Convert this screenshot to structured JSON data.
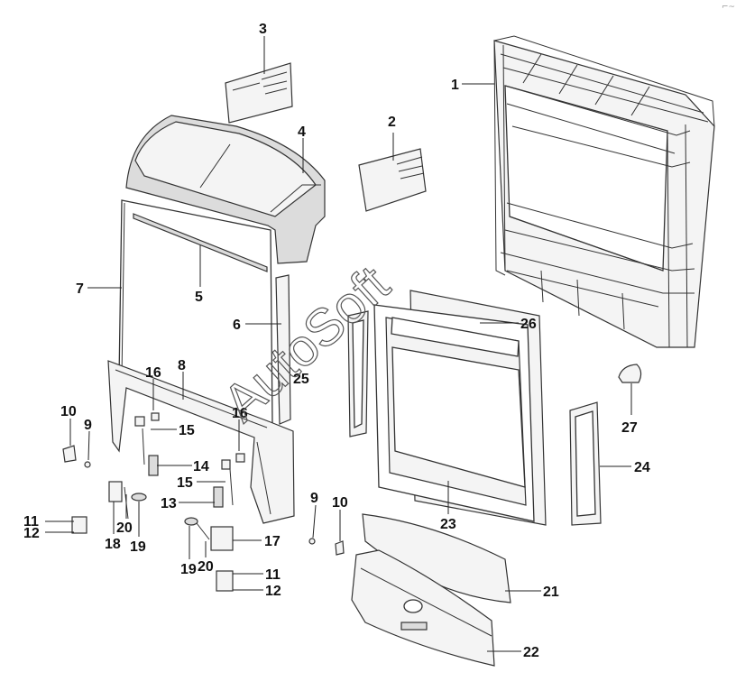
{
  "watermark": "AutoSoft",
  "corner_mark": "⌐~",
  "callouts": {
    "c1": "1",
    "c2": "2",
    "c3": "3",
    "c4": "4",
    "c5": "5",
    "c6": "6",
    "c7": "7",
    "c8": "8",
    "c9a": "9",
    "c9b": "9",
    "c10a": "10",
    "c10b": "10",
    "c11a": "11",
    "c11b": "11",
    "c12a": "12",
    "c12b": "12",
    "c13": "13",
    "c14": "14",
    "c15a": "15",
    "c15b": "15",
    "c16a": "16",
    "c16b": "16",
    "c17": "17",
    "c18": "18",
    "c19a": "19",
    "c19b": "19",
    "c20a": "20",
    "c20b": "20",
    "c21": "21",
    "c22": "22",
    "c23": "23",
    "c24": "24",
    "c25": "25",
    "c26": "26",
    "c27": "27"
  }
}
